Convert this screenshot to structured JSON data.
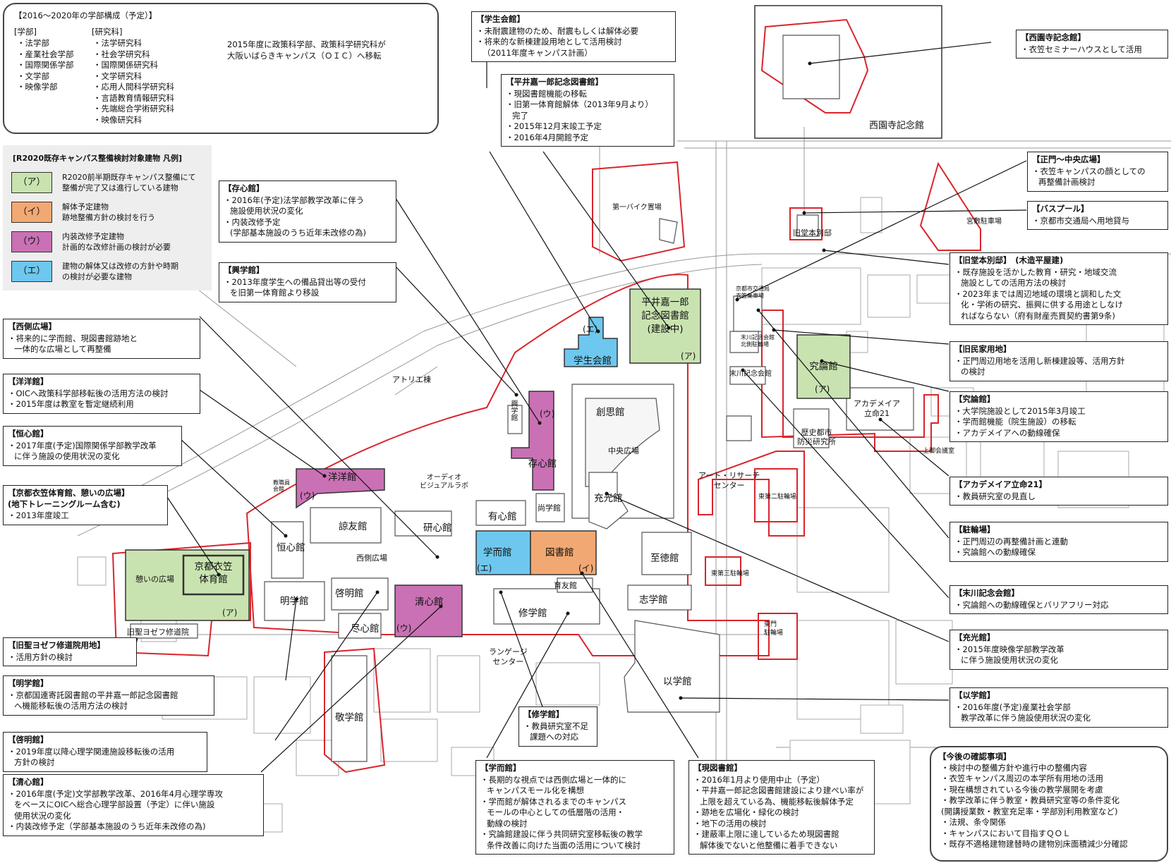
{
  "faculty_box": {
    "title": "【2016～2020年の学部構成（予定）】",
    "faculties_title": "[学部]",
    "faculties": [
      "・法学部",
      "・産業社会学部",
      "・国際関係学部",
      "・文学部",
      "・映像学部"
    ],
    "grad_title": "[研究科]",
    "grad": [
      "・法学研究科",
      "・社会学研究科",
      "・国際関係研究科",
      "・文学研究科",
      "・応用人間科学研究科",
      "・言語教育情報研究科",
      "・先端総合学術研究科",
      "・映像研究科"
    ],
    "note": "2015年度に政策科学部、政策科学研究科が\n大阪いばらきキャンパス（ＯＩＣ）へ移転"
  },
  "legend": {
    "title": "[R2020既存キャンパス整備検討対象建物 凡例]",
    "items": [
      {
        "key": "（ア）",
        "text": "R2020前半期既存キャンパス整備にて\n整備が完了又は進行している建物",
        "color": "#c9e3b0"
      },
      {
        "key": "（イ）",
        "text": "解体予定建物\n跡地整備方針の検討を行う",
        "color": "#f2a873"
      },
      {
        "key": "（ウ）",
        "text": "内装改修予定建物\n計画的な改修計画の検討が必要",
        "color": "#c971b4"
      },
      {
        "key": "（エ）",
        "text": "建物の解体又は改修の方針や時期\nの検討が必要な建物",
        "color": "#6ec7ee"
      }
    ]
  },
  "callouts": {
    "gakusei": {
      "title": "【学生会館】",
      "items": [
        "・未耐震建物のため、耐震もしくは解体必要",
        "・将来的な新棟建設用地として活用検討\n（2011年度キャンパス計画）"
      ]
    },
    "hirai": {
      "title": "【平井嘉一郎記念図書館】",
      "items": [
        "・現図書館機能の移転",
        "・旧第一体育館解体（2013年9月より）\n完了",
        "・2015年12月末竣工予定",
        "・2016年4月開館予定"
      ]
    },
    "saionji": {
      "title": "【西園寺記念館】",
      "items": [
        "・衣笠セミナーハウスとして活用"
      ]
    },
    "zonshin": {
      "title": "【存心館】",
      "items": [
        "・2016年(予定)法学部教学改革に伴う\n施設使用状況の変化",
        "・内装改修予定\n(学部基本施設のうち近年未改修の為)"
      ]
    },
    "kogaku": {
      "title": "【興学館】",
      "items": [
        "・2013年度学生への備品貸出等の受付\nを旧第一体育館より移設"
      ]
    },
    "nishigawa": {
      "title": "【西側広場】",
      "items": [
        "・将来的に学而館、現図書館跡地と\n一体的な広場として再整備"
      ]
    },
    "yoyo": {
      "title": "【洋洋館】",
      "items": [
        "・OICへ政策科学部移転後の活用方法の検討",
        "・2015年度は教室を暫定継続利用"
      ]
    },
    "koshin": {
      "title": "【恒心館】",
      "items": [
        "・2017年度(予定)国際関係学部教学改革\nに伴う施設の使用状況の変化"
      ]
    },
    "taiikukan": {
      "title": "【京都衣笠体育館、憩いの広場】\n(地下トレーニングルーム含む)",
      "items": [
        "・2013年度竣工"
      ]
    },
    "seimon": {
      "title": "【正門～中央広場】",
      "items": [
        "・衣笠キャンパスの顔としての\n再整備計画検討"
      ]
    },
    "buspool": {
      "title": "【バスプール】",
      "items": [
        "・京都市交通局へ用地貸与"
      ]
    },
    "kyudo": {
      "title": "【旧堂本別邸】　(木造平屋建)",
      "items": [
        "・既存施設を活かした教育・研究・地域交流\n施設としての活用方法の検討",
        "・2023年までは周辺地域の環境と調和した文\n化・学術の研究、振興に供する用途としなけ\nればならない（府有財産売買契約書第9条)"
      ]
    },
    "kyuminka": {
      "title": "【旧民家用地】",
      "items": [
        "・正門周辺用地を活用し新棟建設等、活用方針\nの検討"
      ]
    },
    "kyuron": {
      "title": "【究論館】",
      "items": [
        "・大学院施設として2015年3月竣工",
        "・学而館機能（院生施設）の移転",
        "・アカデメイアへの動線確保"
      ]
    },
    "academeia": {
      "title": "【アカデメイア立命21】",
      "items": [
        "・教員研究室の見直し"
      ]
    },
    "churinjo": {
      "title": "【駐輪場】",
      "items": [
        "・正門周辺の再整備計画と連動",
        "・究論館への動線確保"
      ]
    },
    "suekawa": {
      "title": "【末川記念会館】",
      "items": [
        "・究論館への動線確保とバリアフリー対応"
      ]
    },
    "juko": {
      "title": "【充光館】",
      "items": [
        "・2015年度映像学部教学改革\nに伴う施設使用状況の変化"
      ]
    },
    "igaku": {
      "title": "【以学館】",
      "items": [
        "・2016年度(予定)産業社会学部\n教学改革に伴う施設使用状況の変化"
      ]
    },
    "kyuseiyo": {
      "title": "【旧聖ヨゼフ修道院用地】",
      "items": [
        "・活用方針の検討"
      ]
    },
    "meigaku": {
      "title": "【明学館】",
      "items": [
        "・京都国連寄託図書館の平井嘉一郎記念図書館\nへ機能移転後の活用方法の検討"
      ]
    },
    "keimei": {
      "title": "【啓明館】",
      "items": [
        "・2019年度以降心理学関連施設移転後の活用\n方針の検討"
      ]
    },
    "seishin": {
      "title": "【清心館】",
      "items": [
        "・2016年度(予定)文学部教学改革、2016年4月心理学専攻\nをベースにOICへ総合心理学部設置（予定）に伴い施設\n使用状況の変化",
        "・内装改修予定（学部基本施設のうち近年未改修の為)"
      ]
    },
    "shugaku": {
      "title": "【修学館】",
      "items": [
        "・教員研究室不足\n課題への対応"
      ]
    },
    "gakuji": {
      "title": "【学而館】",
      "items": [
        "・長期的な視点では西側広場と一体的に\nキャンパスモール化を構想",
        "・学而館が解体されるまでのキャンパス\nモールの中心としての低層階の活用・\n動線の検討",
        "・究論館建設に伴う共同研究室移転後の教学\n条件改善に向けた当面の活用について検討"
      ]
    },
    "gentoshokan": {
      "title": "【現図書館】",
      "items": [
        "・2016年1月より使用中止（予定）",
        "・平井嘉一郎記念図書館建設により建ぺい率が\n上限を超えている為、機能移転後解体予定",
        "・跡地を広場化・緑化の検討",
        "・地下の活用の検討",
        "・建蔽率上限に達しているため現図書館\n解体後でないと他整備に着手できない"
      ]
    }
  },
  "future_box": {
    "title": "【今後の確認事項】",
    "items": [
      "・検討中の整備方針や進行中の整備内容",
      "・衣笠キャンパス周辺の本学所有用地の活用",
      "・現在構想されている今後の教学展開を考慮",
      "・教学改革に伴う教室・教員研究室等の条件変化\n(開講授業数・教室充足率・学部別利用教室など)",
      "・法規、条令関係",
      "・キャンパスにおいて目指すＱＯＬ",
      "・既存不適格建物建替時の建物別床面積減少分確認"
    ]
  },
  "buildings": {
    "gakusei": {
      "name": "学生会館",
      "tag": "(エ)"
    },
    "hirai": {
      "name": "平井嘉一郎\n記念図書館\n(建設中)",
      "tag": "(ア)"
    },
    "kyuron": {
      "name": "究論館",
      "tag": "(ア)"
    },
    "zonshin": {
      "name": "存心館",
      "tag": "(ウ)"
    },
    "yoyo": {
      "name": "洋洋館",
      "tag": "(ウ)"
    },
    "gakuji": {
      "name": "学而館",
      "tag": "(エ)"
    },
    "toshokan": {
      "name": "図書館",
      "tag": "(イ)"
    },
    "seishin": {
      "name": "清心館",
      "tag": "(ウ)"
    },
    "taiikukan": {
      "name": "京都衣笠\n体育館",
      "tag": "(ア)"
    },
    "sosi": {
      "name": "創思館"
    },
    "juko": {
      "name": "充光館"
    },
    "koshin": {
      "name": "恒心館"
    },
    "ryoyu": {
      "name": "諒友館"
    },
    "kenshin": {
      "name": "研心館"
    },
    "yushin": {
      "name": "有心館"
    },
    "shogaku": {
      "name": "尚学館"
    },
    "shitoku": {
      "name": "至徳館"
    },
    "meigaku": {
      "name": "明学館"
    },
    "keimei": {
      "name": "啓明館"
    },
    "jinshin": {
      "name": "尽心館"
    },
    "shugaku": {
      "name": "修学館"
    },
    "ikuyu": {
      "name": "育友館"
    },
    "shigaku": {
      "name": "志学館"
    },
    "igaku": {
      "name": "以学館"
    },
    "keigaku": {
      "name": "敬学館"
    },
    "suekawa": {
      "name": "末川記念会館"
    },
    "academeia": {
      "name": "アカデメイア\n立命21"
    },
    "rekishi": {
      "name": "歴史都市\n防災研究所"
    },
    "kodo": {
      "name": "旧堂本別邸"
    },
    "saionji": {
      "name": "西園寺記念館"
    }
  },
  "map_labels": {
    "atorie": "アトリエ棟",
    "kogaku": "興学館",
    "audio": "オーディオ\nビジュアルラボ",
    "chuo": "中央広場",
    "nishi": "西側広場",
    "ikoi": "憩いの広場",
    "kyuseiyo": "旧聖ヨゼフ修道院",
    "language": "ランゲージ\nセンター",
    "art": "アート・リサーチ\nセンター",
    "bike": "第一バイク置場",
    "yashiki": "宮敷駐車場",
    "east2": "東第二駐輪場",
    "east3": "東第三駐輪場",
    "eastgate": "東門\n駐輪場",
    "kami": "上御会議室",
    "suekawa_n": "末川記念会館\n北側駐輪場",
    "kotsu": "京都市交通局\n衣笠乗車場",
    "hikan": "教職員\n会館"
  }
}
